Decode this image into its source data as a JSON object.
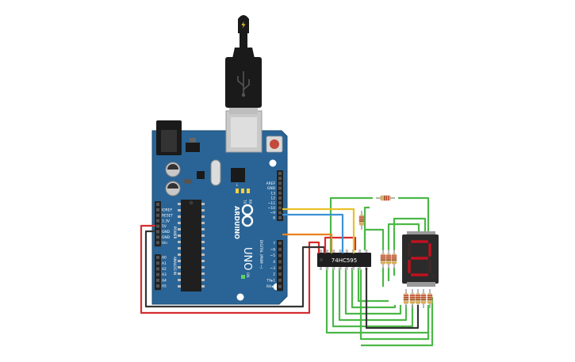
{
  "board": {
    "brand": "ARDUINO",
    "model": "UNO",
    "on_label": "ON",
    "tx_label": "TX",
    "rx_label": "RX",
    "l_label": "L",
    "power_header_label": "POWER",
    "analog_header_label": "ANALOG IN",
    "digital_header_label": "DIGITAL (PWM ~)",
    "power_pins": [
      "IOREF",
      "RESET",
      "3.3V",
      "5V",
      "GND",
      "GND",
      "Vin"
    ],
    "analog_pins": [
      "A0",
      "A1",
      "A2",
      "A3",
      "A4",
      "A5"
    ],
    "top_right_pins": [
      "AREF",
      "GND",
      "13",
      "12",
      "~11",
      "~10",
      "~9",
      "8"
    ],
    "bottom_right_pins": [
      "7",
      "~6",
      "~5",
      "4",
      "~3",
      "2",
      "TX▸1",
      "RX◂0"
    ],
    "color": "#2a6496"
  },
  "usb": {
    "icon": "usb-icon",
    "plug_icon": "lightning-icon"
  },
  "shift_register": {
    "label": "74HC595"
  },
  "display": {
    "digit": "2",
    "segment_color": "#c0111f"
  },
  "wire_colors": {
    "red": "#d62d2d",
    "black": "#333333",
    "yellow": "#e8c12a",
    "blue": "#3d93d6",
    "orange": "#e8821e",
    "green": "#4cb848"
  }
}
